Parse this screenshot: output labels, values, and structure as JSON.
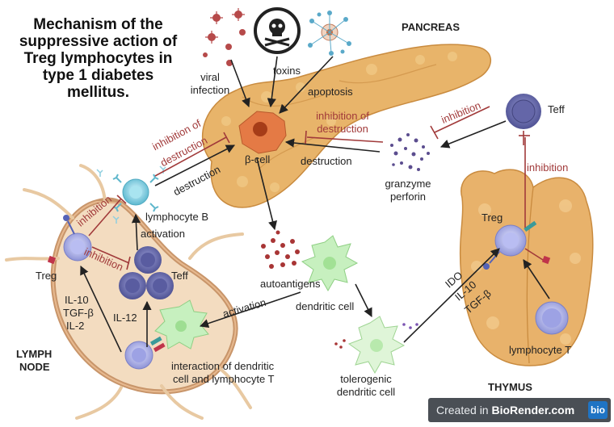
{
  "title": "Mechanism of the suppressive action of Treg lymphocytes in type 1 diabetes mellitus.",
  "organs": {
    "pancreas": "PANCREAS",
    "lymph_node_line1": "LYMPH",
    "lymph_node_line2": "NODE",
    "thymus": "THYMUS"
  },
  "insults": {
    "viral_1": "viral",
    "viral_2": "infection",
    "toxins": "toxins",
    "apoptosis": "apoptosis"
  },
  "cells": {
    "beta_cell": "β-cell",
    "lymphocyte_b": "lymphocyte B",
    "teff_lymph": "Teff",
    "teff_top": "Teff",
    "treg_lymph": "Treg",
    "treg_thymus": "Treg",
    "lymphocyte_t": "lymphocyte T",
    "dendritic_cell": "dendritic cell",
    "tolerogenic_1": "tolerogenic",
    "tolerogenic_2": "dendritic cell",
    "autoantigens": "autoantigens",
    "granzyme": "granzyme",
    "perforin": "perforin"
  },
  "processes": {
    "inhib_destruction_a1": "inhibition of",
    "inhib_destruction_a2": "destruction",
    "inhib_destruction_b1": "inhibition of",
    "inhib_destruction_b2": "destruction",
    "destruction_b": "destruction",
    "destruction_granzyme": "destruction",
    "inhibition_teff_top": "inhibition",
    "inhibition_thymus": "inhibition",
    "inhibition_lymph_1": "inhibition",
    "inhibition_lymph_2": "inhibition",
    "activation_b": "activation",
    "activation_dc": "activation",
    "interaction_1": "interaction of dendritic",
    "interaction_2": "cell and lymphocyte T"
  },
  "cytokines": {
    "lymph_1": "IL-10",
    "lymph_2": "TGF-β",
    "lymph_3": "IL-2",
    "il12": "IL-12",
    "thymus_1": "IDO",
    "thymus_2": "IL-10",
    "thymus_3": "TGF-β"
  },
  "footer": {
    "created_in": "Created in",
    "brand": "BioRender.com",
    "logo": "bio"
  },
  "colors": {
    "pancreas": "#e8b46a",
    "pancreas_dark": "#c98b3f",
    "lymph_node": "#f3dcc0",
    "thymus": "#e8b26b",
    "inhibition": "#a13a3a",
    "arrow": "#222222",
    "teff": "#6d70ad",
    "treg": "#9fa4e0",
    "b_cell": "#8fd3e3",
    "dendritic": "#c7f0bf",
    "beta_cell": "#e2733d",
    "autoantigen": "#a83535",
    "badge": "#4a4f55"
  }
}
